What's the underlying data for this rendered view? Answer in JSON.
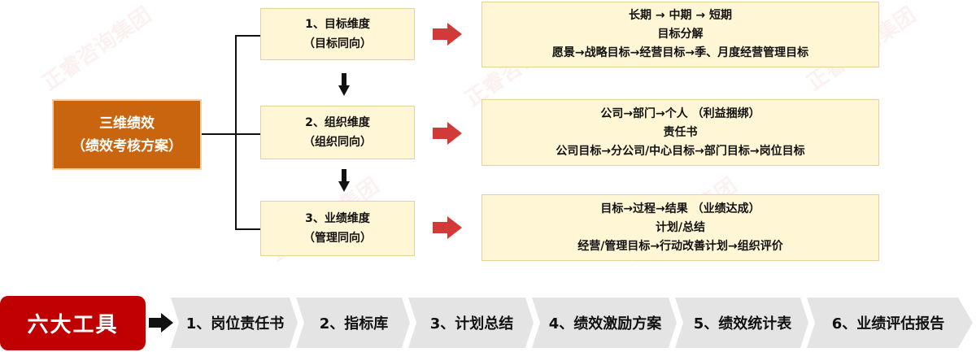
{
  "root": {
    "line1": "三维绩效",
    "line2": "（绩效考核方案）"
  },
  "dimensions": [
    {
      "title": "1、目标维度",
      "subtitle": "（目标同向）"
    },
    {
      "title": "2、组织维度",
      "subtitle": "（组织同向）"
    },
    {
      "title": "3、业绩维度",
      "subtitle": "（管理同向）"
    }
  ],
  "details": [
    {
      "line1": "长期 → 中期 →  短期",
      "line2": "目标分解",
      "line3": "愿景→战略目标→经营目标→季、月度经营管理目标"
    },
    {
      "line1": "公司→部门→个人 （利益捆绑）",
      "line2": "责任书",
      "line3": "公司目标→分公司/中心目标→部门目标→岗位目标"
    },
    {
      "line1": "目标→过程→结果  （业绩达成）",
      "line2": "计划/总结",
      "line3": "经营/管理目标→行动改善计划→组织评价"
    }
  ],
  "tools": {
    "badge": "六大工具",
    "items": [
      "1、岗位责任书",
      "2、指标库",
      "3、计划总结",
      "4、绩效激励方案",
      "5、绩效统计表",
      "6、业绩评估报告"
    ]
  },
  "watermark": "正睿咨询集团",
  "colors": {
    "root_fill": "#c9650f",
    "box_fill": "#fff6d5",
    "arrow_red": "#d23a3a",
    "badge_red": "#c00000",
    "bar_gray": "#e4e4e4"
  }
}
